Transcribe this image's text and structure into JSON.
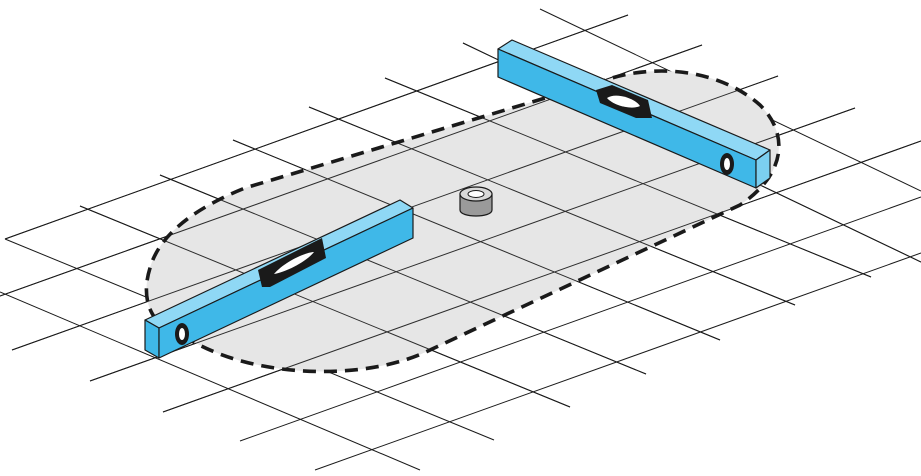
{
  "scene": {
    "colors": {
      "background": "#ffffff",
      "grid": "#1a1a1a",
      "work_area_fill": "#e6e6e6",
      "work_area_border": "#1a1a1a",
      "level_top": "#8fd8f5",
      "level_side": "#3fb8e8",
      "level_end": "#7bcff0",
      "vial": "#1a1a1a",
      "center_marker_top": "#d9d9d9",
      "center_marker_side": "#9a9a9a"
    },
    "objects": [
      {
        "name": "floor-grid",
        "kind": "grid"
      },
      {
        "name": "dashed-work-area",
        "kind": "area"
      },
      {
        "name": "spirit-level-front",
        "kind": "tool"
      },
      {
        "name": "spirit-level-back",
        "kind": "tool"
      },
      {
        "name": "center-marker",
        "kind": "marker"
      }
    ]
  }
}
